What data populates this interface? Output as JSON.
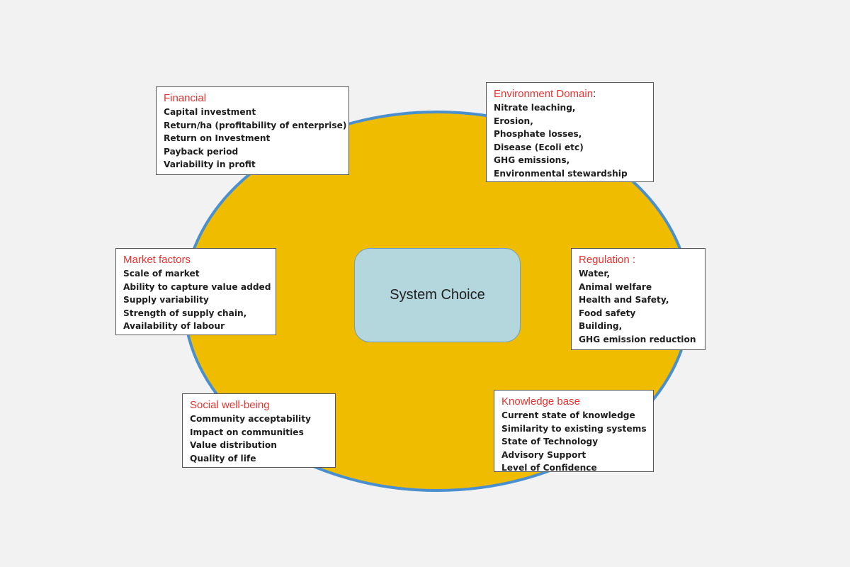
{
  "colors": {
    "background": "#f2f2f2",
    "ellipse_fill": "#f0bc00",
    "ellipse_stroke": "#4a8fd0",
    "center_fill": "#b4d7dd",
    "title_red": "#e8332f",
    "text_dark": "#1e1e1e"
  },
  "center": {
    "label": "System Choice"
  },
  "boxes": {
    "financial": {
      "title": "Financial",
      "title_suffix": "",
      "items": [
        "Capital investment",
        "Return/ha (profitability of enterprise)",
        "Return on Investment",
        "Payback period",
        "Variability in profit"
      ]
    },
    "environment": {
      "title": "Environment Domain",
      "title_suffix": ":",
      "items": [
        "Nitrate leaching,",
        "Erosion,",
        "Phosphate losses,",
        "Disease (Ecoli etc)",
        "GHG emissions,",
        "Environmental stewardship"
      ]
    },
    "market": {
      "title": "Market factors",
      "title_suffix": "",
      "items": [
        "Scale of market",
        "Ability to capture value added",
        "Supply variability",
        "Strength of supply chain,",
        "Availability of labour"
      ]
    },
    "regulation": {
      "title": "Regulation :",
      "title_suffix": "",
      "items": [
        "Water,",
        "Animal welfare",
        "Health and Safety,",
        "Food safety",
        "Building,",
        "GHG emission reduction"
      ]
    },
    "social": {
      "title": "Social well-being",
      "title_suffix": "",
      "items": [
        "Community acceptability",
        "Impact on communities",
        "Value distribution",
        "Quality of life"
      ]
    },
    "knowledge": {
      "title": "Knowledge base",
      "title_suffix": "",
      "items": [
        "Current state of knowledge",
        "Similarity to existing systems",
        "State of Technology",
        "Advisory Support",
        "Level of Confidence"
      ]
    }
  }
}
